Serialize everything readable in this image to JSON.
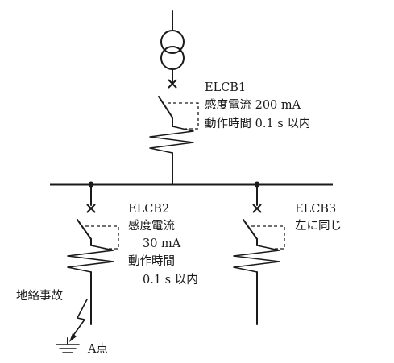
{
  "elcb1": {
    "name": "ELCB1",
    "line1": "感度電流 200 mA",
    "line2": "動作時間 0.1 s 以内"
  },
  "elcb2": {
    "name": "ELCB2",
    "line1": "感度電流",
    "line2": "30 mA",
    "line3": "動作時間",
    "line4": "0.1 s 以内"
  },
  "elcb3": {
    "name": "ELCB3",
    "line1": "左に同じ"
  },
  "fault": {
    "label": "地絡事故",
    "point_label": "A点"
  }
}
